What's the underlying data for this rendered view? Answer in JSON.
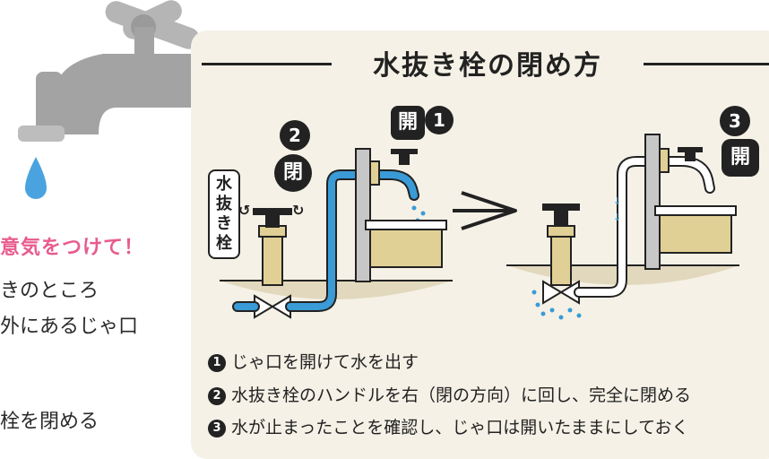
{
  "left": {
    "heading": "意気をつけて！",
    "line1": "きのところ",
    "line2": "外にあるじゃ口",
    "line3": "栓を閉める"
  },
  "panel": {
    "title": "水抜き栓の閉め方",
    "callouts": {
      "open1_label": "開",
      "open1_num": "1",
      "close2_label": "閉",
      "close2_num": "2",
      "open3_label": "開",
      "open3_num": "3"
    },
    "valve_label": "水抜き栓",
    "steps": [
      {
        "num": "1",
        "text": "じゃ口を開けて水を出す"
      },
      {
        "num": "2",
        "text": "水抜き栓のハンドルを右（閉の方向）に回し、完全に閉める"
      },
      {
        "num": "3",
        "text": "水が止まったことを確認し、じゃ口は開いたままにしておく"
      }
    ]
  },
  "colors": {
    "panel_bg": "#f5f1e6",
    "pipe_blue": "#3a9bd6",
    "pipe_white": "#ffffff",
    "brass": "#e0d095",
    "ground": "#e2d8bd",
    "accent_pink": "#e85b8e",
    "faucet_gray": "#a3a3a3"
  }
}
